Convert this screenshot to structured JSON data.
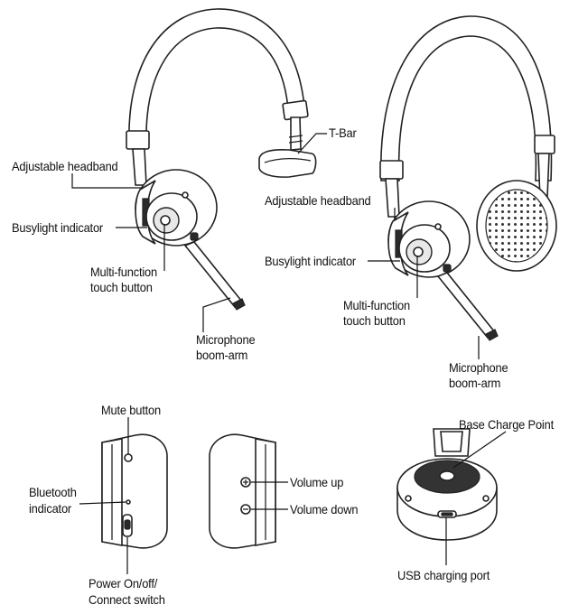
{
  "labels": {
    "left_headset": {
      "adjustable_headband": "Adjustable headband",
      "busylight_indicator": "Busylight indicator",
      "multi_function_line1": "Multi-function",
      "multi_function_line2": "touch button",
      "microphone_line1": "Microphone",
      "microphone_line2": "boom-arm"
    },
    "t_bar": "T-Bar",
    "right_headset": {
      "adjustable_headband": "Adjustable headband",
      "busylight_indicator": "Busylight indicator",
      "multi_function_line1": "Multi-function",
      "multi_function_line2": "touch button",
      "microphone_line1": "Microphone",
      "microphone_line2": "boom-arm"
    },
    "earcup_controls": {
      "mute_button": "Mute button",
      "bluetooth_line1": "Bluetooth",
      "bluetooth_line2": "indicator",
      "power_line1": "Power On/off/",
      "power_line2": "Connect switch",
      "volume_up": "Volume up",
      "volume_down": "Volume down"
    },
    "charging_base": {
      "base_charge_point": "Base Charge Point",
      "usb_charging_port": "USB charging port"
    }
  }
}
